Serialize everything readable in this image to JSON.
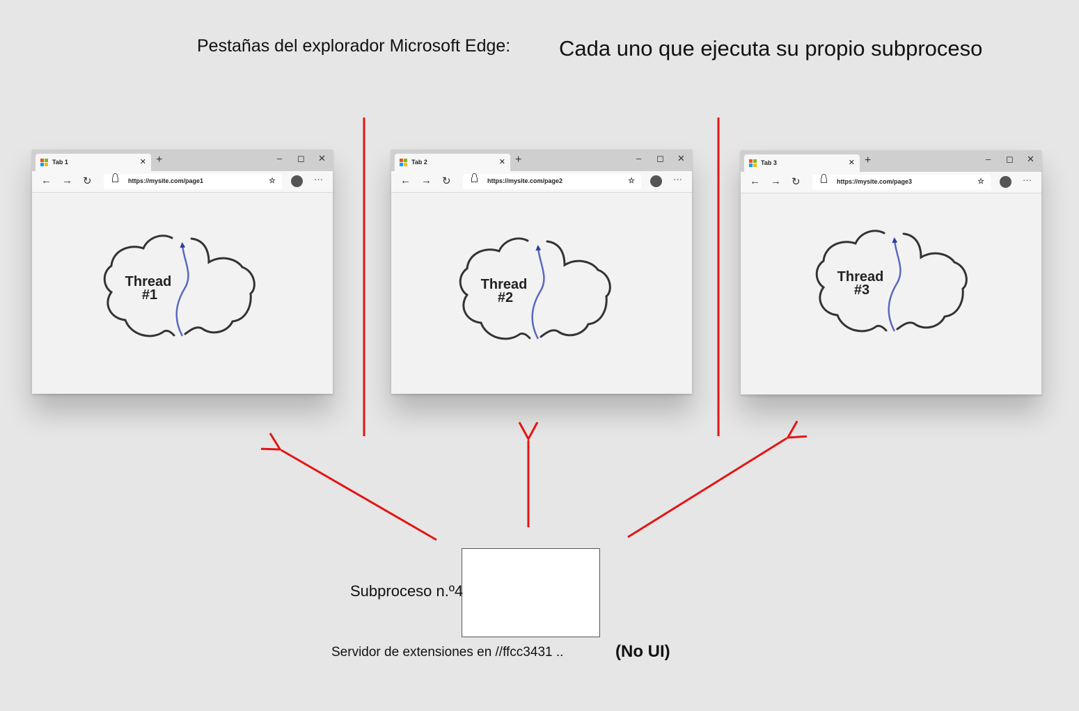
{
  "header": {
    "left_title": "Pestañas del explorador Microsoft Edge:",
    "right_title": "Cada uno que ejecuta su propio subproceso"
  },
  "browsers": [
    {
      "tab_label": "Tab 1",
      "url": "https://mysite.com/page1",
      "thread_word": "Thread",
      "thread_num": "#1"
    },
    {
      "tab_label": "Tab 2",
      "url": "https://mysite.com/page2",
      "thread_word": "Thread",
      "thread_num": "#2"
    },
    {
      "tab_label": "Tab 3",
      "url": "https://mysite.com/page3",
      "thread_word": "Thread",
      "thread_num": "#3"
    }
  ],
  "icons": {
    "tab_close": "✕",
    "new_tab": "+",
    "minimize": "–",
    "maximize": "◻",
    "close": "✕",
    "back": "←",
    "forward": "→",
    "refresh": "↻",
    "favorite": "☆",
    "more": "···"
  },
  "colors": {
    "logo": [
      "#f25022",
      "#7fba00",
      "#00a4ef",
      "#ffb900"
    ],
    "connector": "#e41414",
    "arrow": "#2f3f9e"
  },
  "background_thread": {
    "label": "Subproceso n.º4",
    "server": "Servidor de extensiones en //ffcc3431 ..",
    "note": "(No UI)"
  }
}
